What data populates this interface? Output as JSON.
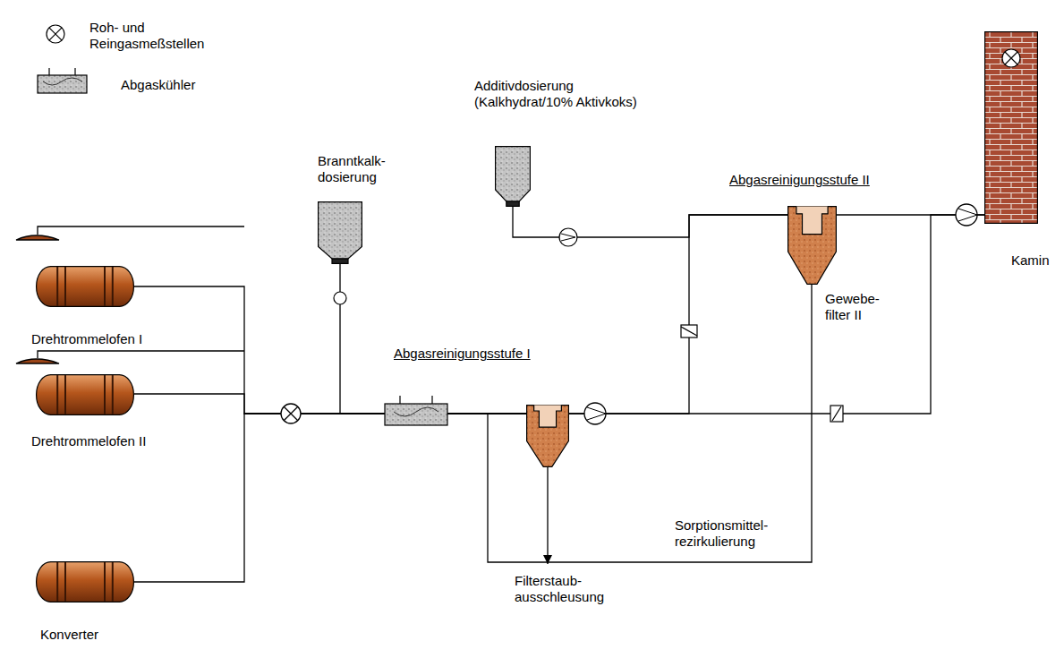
{
  "diagram": {
    "nodes": [
      {
        "text": [
          "Drehtrommelofen I"
        ]
      },
      {
        "text": [
          "Drehtrommelofen II"
        ]
      },
      {
        "text": [
          "Konverter"
        ]
      },
      {
        "text": [
          "Branntkalk- dosierung"
        ]
      },
      {
        "text": [
          "Additivdosierung (Kalkhydrat/10% Aktivkoks)"
        ]
      },
      {
        "text": [
          "Abgasreinigungsstufe I"
        ]
      },
      {
        "text": [
          "Abgasreinigungsstufe II",
          "Gewebe- filter II"
        ]
      },
      {
        "text": [
          "Kamin"
        ]
      }
    ],
    "edges": [
      {
        "from": 0,
        "to": 5,
        "arrow": "none"
      },
      {
        "from": 1,
        "to": 5,
        "arrow": "none"
      },
      {
        "from": 2,
        "to": 5,
        "arrow": "none"
      },
      {
        "from": 3,
        "to": 5,
        "arrow": "none"
      },
      {
        "from": 5,
        "to": 6,
        "arrow": "none"
      },
      {
        "from": 4,
        "to": 6,
        "arrow": "none"
      },
      {
        "from": 6,
        "to": 7,
        "arrow": "none"
      },
      {
        "from": 5,
        "to": 7,
        "arrow": "none"
      },
      {
        "from": 6,
        "to": 5,
        "label": "Sorptionsmittel- rezirkulierung",
        "arrow": "none"
      }
    ],
    "labels": [
      "Filterstaub- ausschleusung"
    ],
    "legend": [
      {
        "text": "Roh- und Reingasmeßstellen"
      },
      {
        "text": "Abgaskühler"
      }
    ]
  }
}
